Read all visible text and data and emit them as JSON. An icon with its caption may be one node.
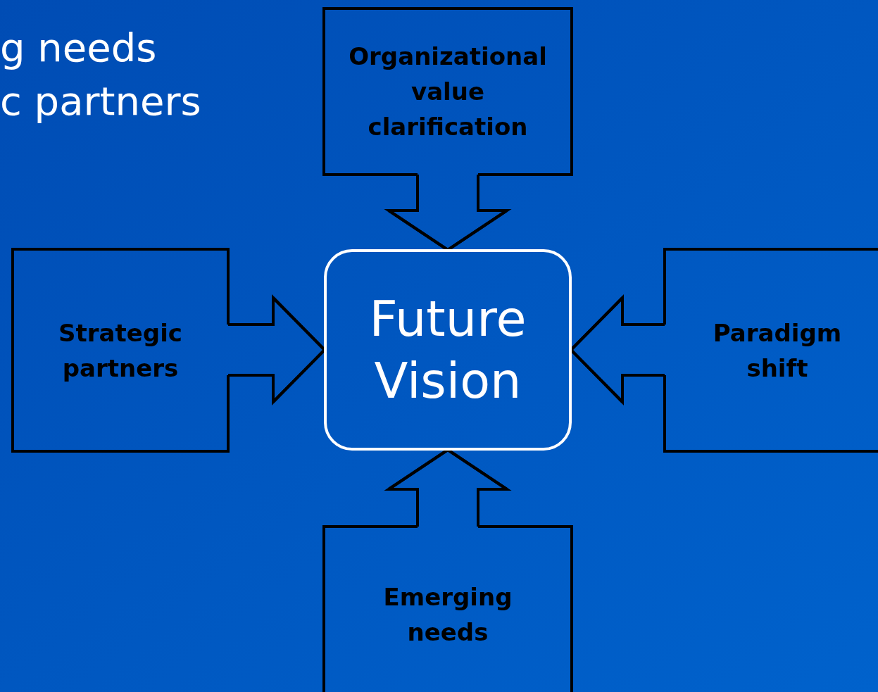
{
  "diagram": {
    "nodes": [
      {
        "text": [
          "Organizational value clarification"
        ]
      },
      {
        "text": [
          "Strategic partners"
        ]
      },
      {
        "text": [
          "Future Vision"
        ]
      },
      {
        "text": [
          "Paradigm shift"
        ]
      },
      {
        "text": [
          "Emerging needs"
        ]
      }
    ],
    "edges": [
      {
        "from": 0,
        "to": 2,
        "arrow": "to"
      },
      {
        "from": 1,
        "to": 2,
        "arrow": "to"
      },
      {
        "from": 3,
        "to": 2,
        "arrow": "to"
      },
      {
        "from": 4,
        "to": 2,
        "arrow": "to"
      }
    ],
    "labels": [
      "g needs",
      "c partners"
    ]
  }
}
